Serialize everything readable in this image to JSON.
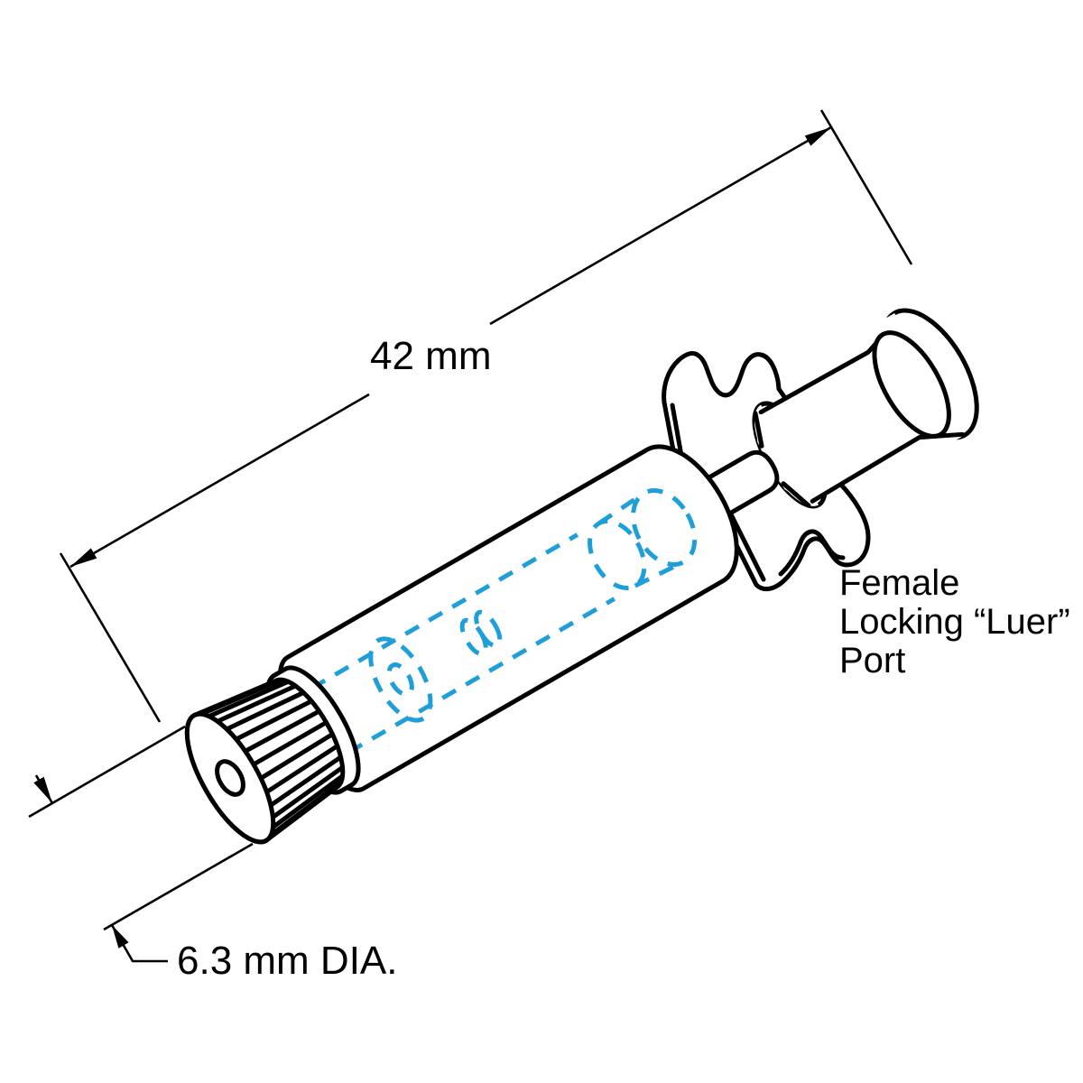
{
  "labels": {
    "length_dimension": "42 mm",
    "diameter_dimension": "6.3 mm DIA.",
    "port_label": {
      "line1": "Female",
      "line2": "Locking “Luer”",
      "line3": "Port"
    }
  },
  "colors": {
    "outline": "#000000",
    "hidden_line": "#1E9FD9",
    "background": "#FFFFFF"
  }
}
